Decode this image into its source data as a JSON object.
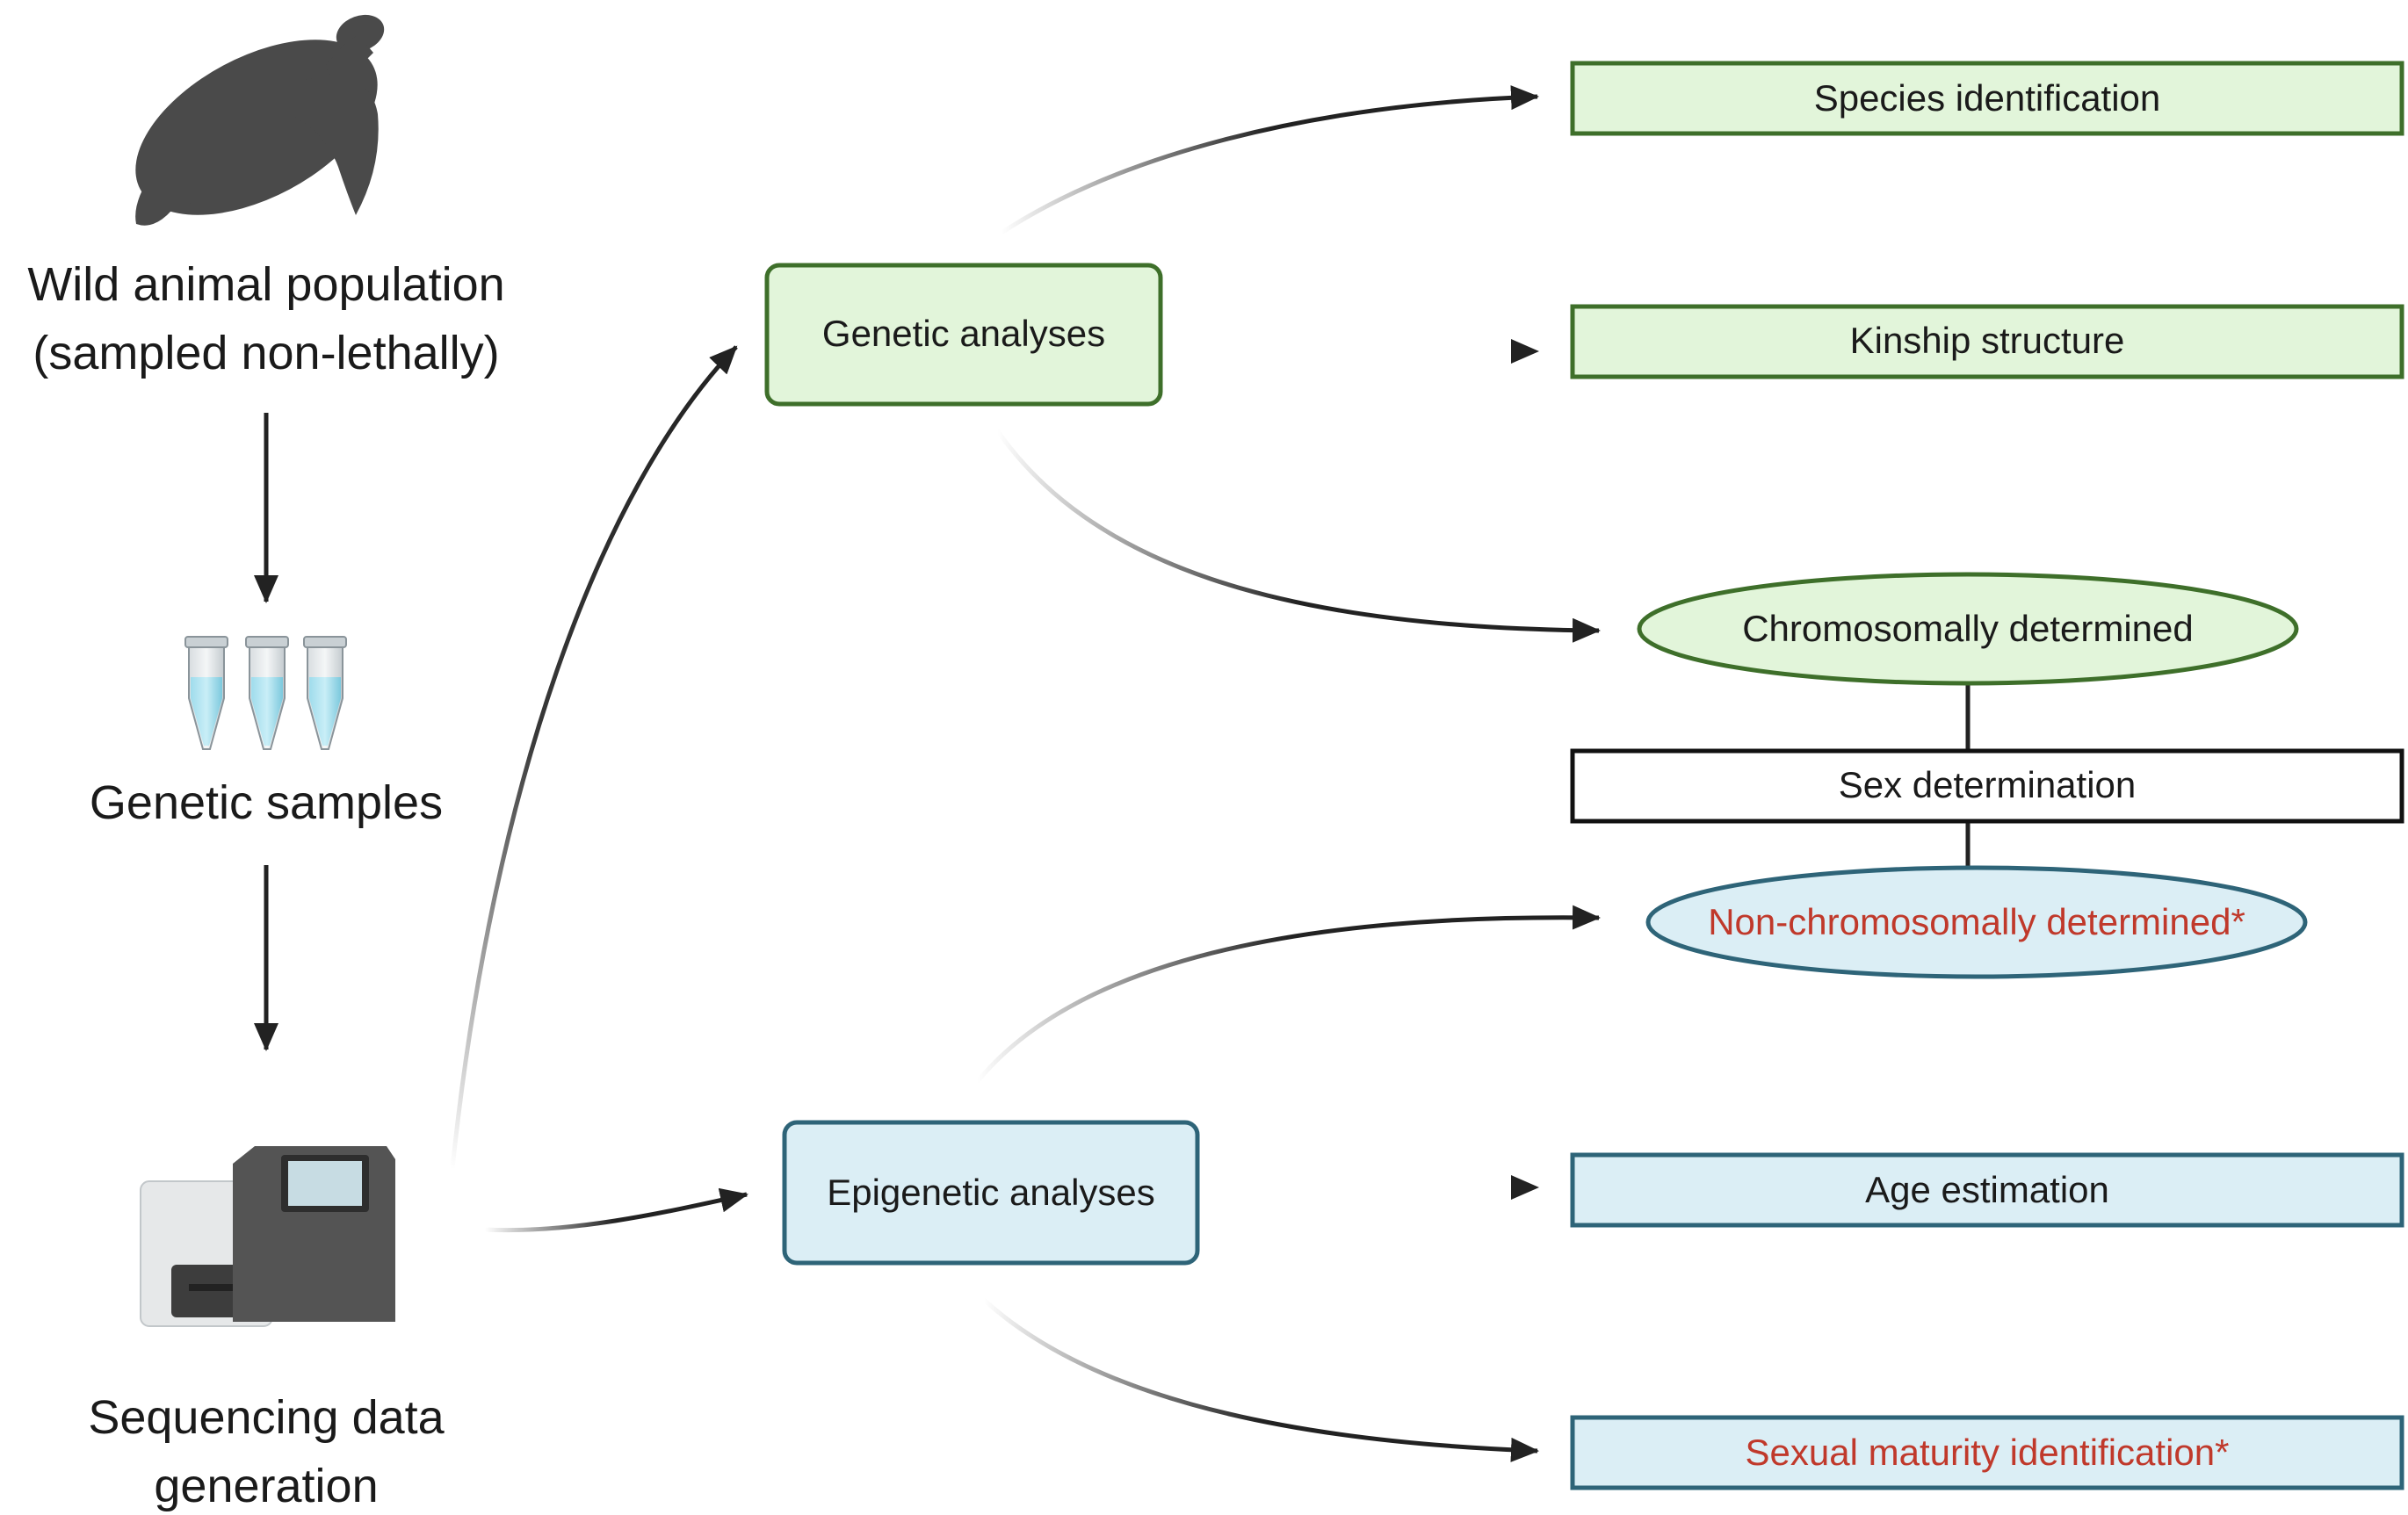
{
  "left_column": {
    "population_label_line1": "Wild animal population",
    "population_label_line2": "(sampled non-lethally)",
    "samples_label": "Genetic samples",
    "sequencing_label_line1": "Sequencing data",
    "sequencing_label_line2": "generation",
    "icons": [
      "sea-turtle-icon",
      "sample-tubes-icon",
      "sequencer-icon"
    ]
  },
  "analyses": {
    "genetic": "Genetic analyses",
    "epigenetic": "Epigenetic analyses"
  },
  "outcomes": {
    "species": "Species identification",
    "kinship": "Kinship structure",
    "chromosomal": "Chromosomally determined",
    "sex_determination": "Sex determination",
    "non_chromosomal": "Non-chromosomally determined*",
    "age": "Age estimation",
    "sexual_maturity": "Sexual maturity identification*"
  },
  "colors": {
    "genetic_fill": "#e2f5da",
    "genetic_stroke": "#3e6f2a",
    "epigenetic_fill": "#dbeef5",
    "epigenetic_stroke": "#2e6478",
    "highlight_text": "#c0392b",
    "icon_dark": "#4a4a4a",
    "arrow": "#222222"
  }
}
